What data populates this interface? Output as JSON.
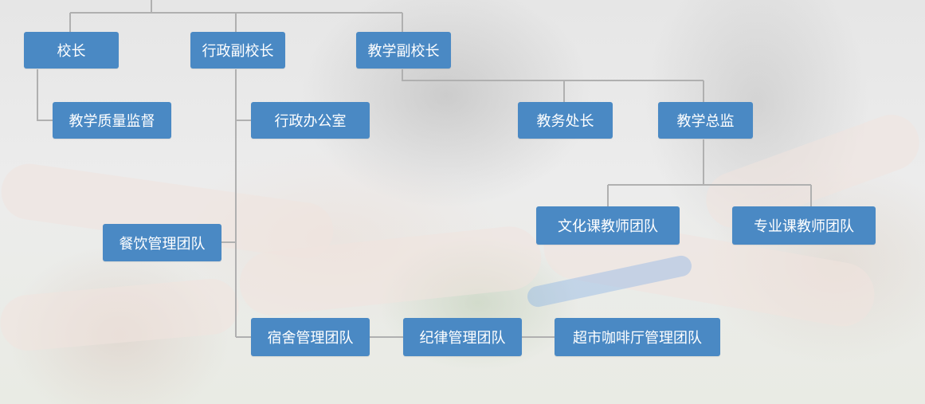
{
  "org_chart": {
    "nodes": {
      "principal": "校长",
      "admin_vp": "行政副校长",
      "teaching_vp": "教学副校长",
      "quality_supervision": "教学质量监督",
      "admin_office": "行政办公室",
      "academic_affairs": "教务处长",
      "teaching_director": "教学总监",
      "culture_teachers": "文化课教师团队",
      "major_teachers": "专业课教师团队",
      "catering_team": "餐饮管理团队",
      "dorm_team": "宿舍管理团队",
      "discipline_team": "纪律管理团队",
      "cafe_team": "超市咖啡厅管理团队"
    },
    "colors": {
      "node_fill": "#4a89c4",
      "node_text": "#ffffff",
      "connector": "#b0b0b0"
    }
  }
}
